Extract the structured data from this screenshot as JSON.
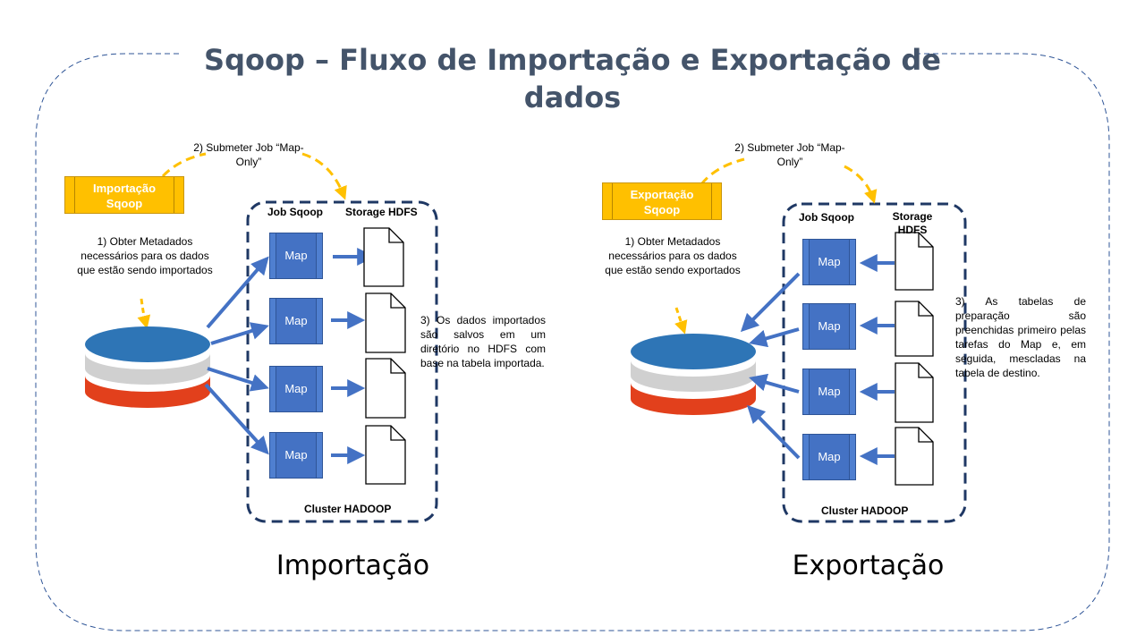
{
  "title": "Sqoop – Fluxo de Importação e Exportação de dados",
  "colors": {
    "title": "#44546a",
    "frame": "#2f5597",
    "map_fill": "#4472c4",
    "arrow": "#4472c4",
    "job_box": "#ffc000",
    "dashed_arrow": "#ffc000",
    "db_top": "#2e75b6",
    "db_mid": "#d0d0d0",
    "db_bottom": "#e2401c"
  },
  "import": {
    "job_box": "Importação Sqoop",
    "submit_label": "2) Submeter Job “Map-Only”",
    "metadata_label": "1) Obter Metadados necessários para os dados que estão sendo importados",
    "job_header": "Job Sqoop",
    "storage_header": "Storage HDFS",
    "maps": [
      "Map",
      "Map",
      "Map",
      "Map"
    ],
    "note": "3) Os dados importados são salvos em um diretório no HDFS com base na tabela importada.",
    "cluster_label": "Cluster HADOOP",
    "section_label": "Importação"
  },
  "export": {
    "job_box": "Exportação Sqoop",
    "submit_label": "2) Submeter Job “Map-Only”",
    "metadata_label": "1) Obter Metadados necessários para os dados que estão sendo exportados",
    "job_header": "Job Sqoop",
    "storage_header": "Storage HDFS",
    "maps": [
      "Map",
      "Map",
      "Map",
      "Map"
    ],
    "note": "3) As tabelas de preparação são preenchidas primeiro pelas tarefas do Map e, em seguida, mescladas na tabela de destino.",
    "cluster_label": "Cluster HADOOP",
    "section_label": "Exportação"
  }
}
